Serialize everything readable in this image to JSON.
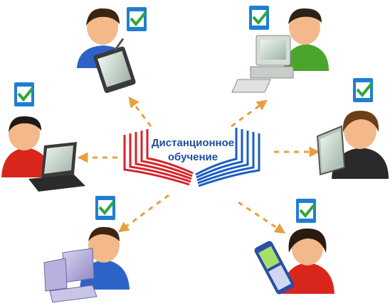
{
  "center": {
    "line1": "Дистанционное",
    "line2": "обучение"
  },
  "colors": {
    "arrow": "#e6a040",
    "book_red": "#d8242a",
    "book_blue": "#1d5ec2",
    "title": "#1d4e9e",
    "skin": "#f3b98a",
    "hair": "#4a2a14",
    "checkbox": "#1f7fd1",
    "check": "#2fa63c"
  },
  "participants": [
    {
      "id": "top-left",
      "device": "tablet",
      "shirt": "#2c63c8",
      "hair": "#3b2614"
    },
    {
      "id": "top-right",
      "device": "desktop",
      "shirt": "#4aa52c",
      "hair": "#2b2218"
    },
    {
      "id": "mid-left",
      "device": "laptop",
      "shirt": "#d9261c",
      "hair": "#1f1a16"
    },
    {
      "id": "mid-right",
      "device": "monitor",
      "shirt": "#2a2a2a",
      "hair": "#6b3f17"
    },
    {
      "id": "bottom-left",
      "device": "desktop-purple",
      "shirt": "#2c63c8",
      "hair": "#3b2614"
    },
    {
      "id": "bottom-right",
      "device": "phone",
      "shirt": "#d9261c",
      "hair": "#2b1a10"
    }
  ]
}
